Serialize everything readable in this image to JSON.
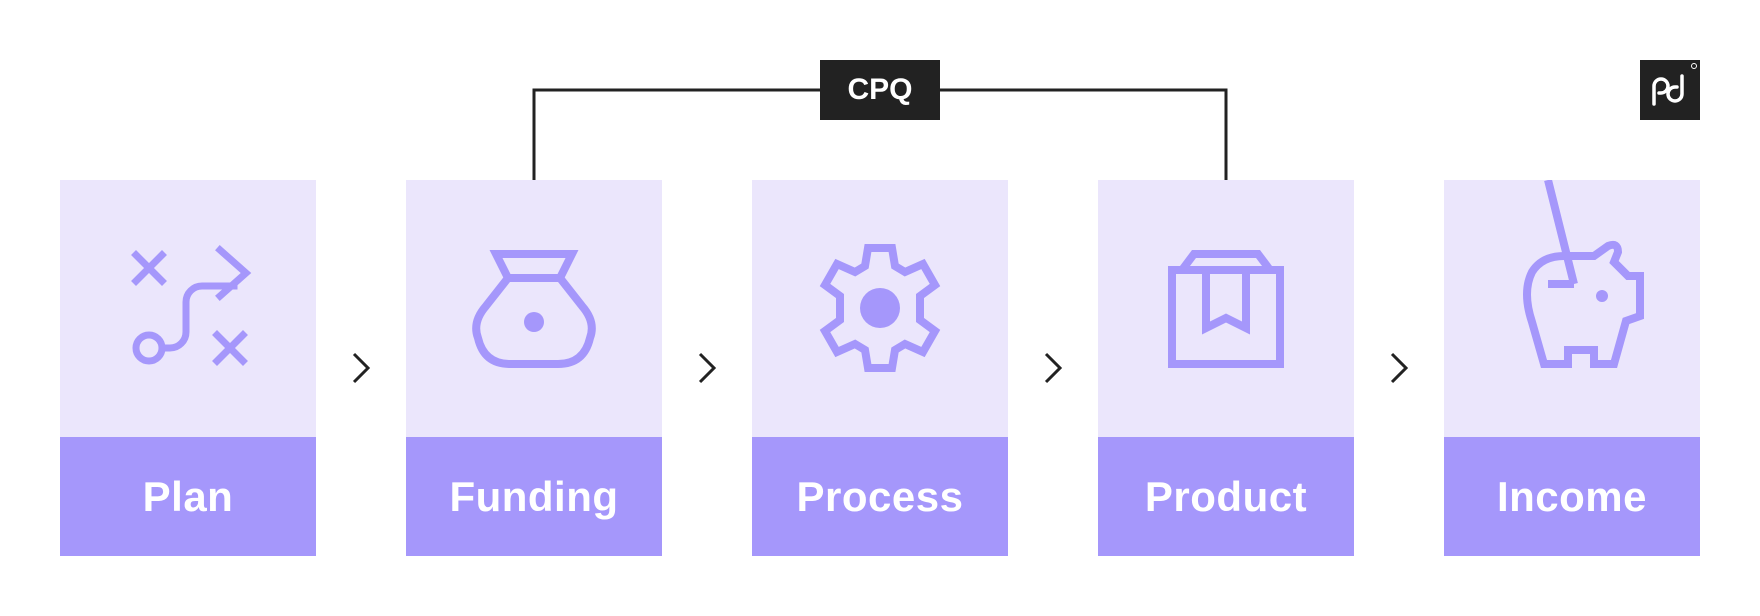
{
  "steps": [
    {
      "label": "Plan",
      "icon": "strategy-plan-icon"
    },
    {
      "label": "Funding",
      "icon": "money-bag-icon"
    },
    {
      "label": "Process",
      "icon": "gear-icon"
    },
    {
      "label": "Product",
      "icon": "box-icon"
    },
    {
      "label": "Income",
      "icon": "piggy-bank-icon"
    }
  ],
  "cpq": {
    "label": "CPQ"
  },
  "connector": {
    "icon": "chevron-right-icon"
  },
  "logo": {
    "icon": "pandadoc-logo-icon"
  },
  "colors": {
    "card_top": "#ebe6fc",
    "card_bottom": "#a597fb",
    "icon": "#a597fb",
    "dark": "#222222",
    "label_text": "#ffffff"
  }
}
